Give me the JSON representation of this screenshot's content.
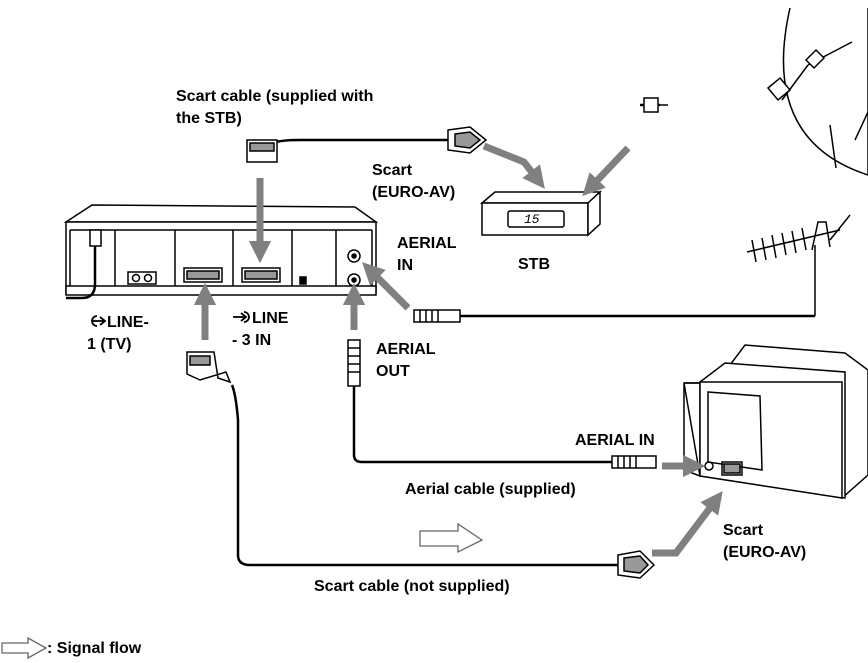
{
  "labels": {
    "scart_cable_stb": [
      "Scart cable (supplied with",
      "the STB)"
    ],
    "scart_euro_av_stb": [
      "Scart",
      "(EURO-AV)"
    ],
    "aerial_in_vcr": [
      "AERIAL",
      "IN"
    ],
    "stb": "STB",
    "stb_display": "15",
    "line1_tv": [
      "LINE-",
      "1 (TV)"
    ],
    "line3_in": [
      "LINE",
      "- 3 IN"
    ],
    "aerial_out": [
      "AERIAL",
      "OUT"
    ],
    "aerial_in_tv": "AERIAL IN",
    "aerial_cable": "Aerial cable (supplied)",
    "scart_euro_av_tv": [
      "Scart",
      "(EURO-AV)"
    ],
    "scart_cable_not_supplied": "Scart cable (not supplied)",
    "legend_signal_flow": ": Signal flow"
  },
  "icons": {
    "line_out": "arrow-out-of-circle-icon",
    "line_in": "arrow-into-circle-icon",
    "signal_flow": "hollow-arrow-icon"
  },
  "colors": {
    "arrow": "#808080",
    "line": "#000000",
    "background": "#ffffff"
  }
}
